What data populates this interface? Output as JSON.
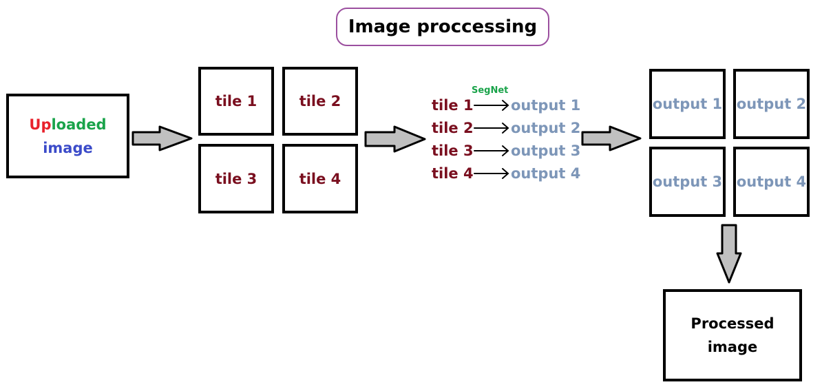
{
  "title": "Image proccessing",
  "uploaded": {
    "line1_parts": [
      {
        "text": "Up",
        "color": "#e8212b"
      },
      {
        "text": "loaded",
        "color": "#1aa34a"
      }
    ],
    "line2": {
      "text": "image",
      "color": "#3b4bc9"
    }
  },
  "tiles": [
    "tile 1",
    "tile 2",
    "tile 3",
    "tile 4"
  ],
  "model_label": "SegNet",
  "pipeline_rows": [
    {
      "tile": "tile 1",
      "output": "output 1"
    },
    {
      "tile": "tile 2",
      "output": "output 2"
    },
    {
      "tile": "tile 3",
      "output": "output 3"
    },
    {
      "tile": "tile 4",
      "output": "output 4"
    }
  ],
  "outputs": [
    "output 1",
    "output 2",
    "output 3",
    "output 4"
  ],
  "processed": {
    "line1": "Processed",
    "line2": "image"
  },
  "colors": {
    "tile_text": "#7a0f1f",
    "output_text": "#7d96b8",
    "title_border": "#9b4f9f",
    "arrow_fill": "#c0c0c0",
    "model_label": "#1aa34a"
  }
}
